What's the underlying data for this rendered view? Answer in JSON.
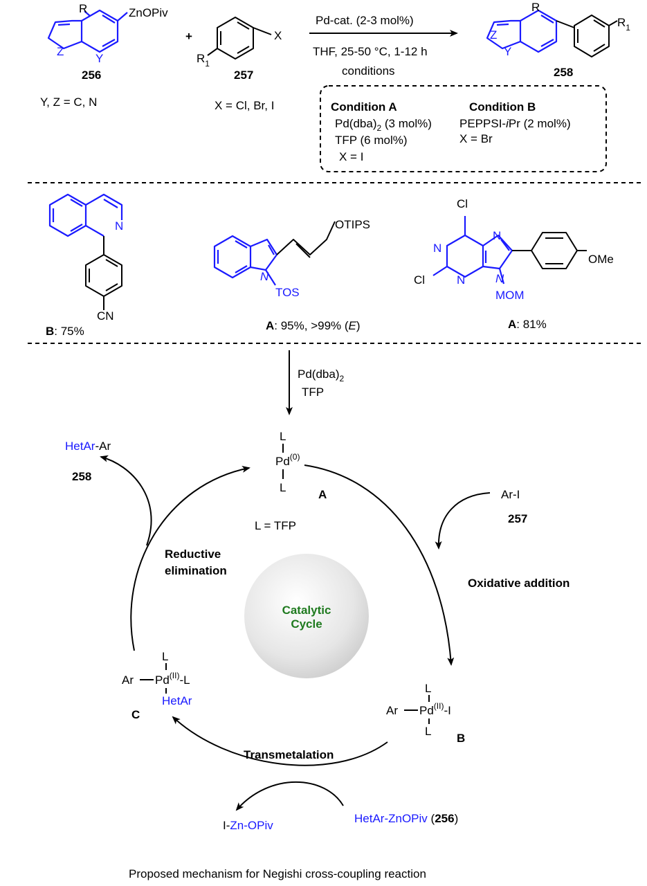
{
  "reaction": {
    "reactant1": {
      "label": "256",
      "subst_R": "R",
      "group": "ZnOPiv",
      "atom_Z": "Z",
      "atom_Y": "Y",
      "note": "Y, Z = C, N"
    },
    "plus": "+",
    "reactant2": {
      "label": "257",
      "subst": "R",
      "sub1": "1",
      "atom_X": "X",
      "note": "X = Cl, Br, I"
    },
    "arrow_top": "Pd-cat. (2-3 mol%)",
    "arrow_bottom": "THF, 25-50 °C, 1-12 h",
    "arrow_bottom2": "conditions",
    "product": {
      "label": "258",
      "subst_R": "R",
      "subst_R1": "R",
      "sub1": "1",
      "atom_Z": "Z",
      "atom_Y": "Y"
    }
  },
  "conditions": {
    "A": {
      "title": "Condition A",
      "line1": "Pd(dba)",
      "line1_sub": "2",
      "line1_rest": " (3 mol%)",
      "line2": "TFP (6 mol%)",
      "line3": "X = I"
    },
    "B": {
      "title": "Condition B",
      "line1": "PEPPSI-",
      "line1_ital": "i",
      "line1_rest": "Pr (2 mol%)",
      "line2": "X = Br"
    }
  },
  "examples": [
    {
      "cond": "B",
      "result": ": 75%",
      "atom_N": "N",
      "group": "CN"
    },
    {
      "cond": "A",
      "result": ": 95%, >99% (",
      "ital": "E",
      "close": ")",
      "group": "OTIPS",
      "atom_N": "N",
      "protect": "TOS"
    },
    {
      "cond": "A",
      "result": ": 81%",
      "cl": "Cl",
      "atom_N": "N",
      "group": "OMe",
      "protect": "MOM"
    }
  ],
  "cycle": {
    "reagent": "Pd(dba)",
    "reagent_sub": "2",
    "reagent2": "TFP",
    "pd0": {
      "L": "L",
      "Pd": "Pd",
      "ox": "(0)",
      "label": "A"
    },
    "ligand": "L = TFP",
    "center1": "Catalytic",
    "center2": "Cycle",
    "oxidative": "Oxidative addition",
    "arI": "Ar-I",
    "arI_label": "257",
    "pdB": {
      "Ar": "Ar",
      "Pd": "Pd",
      "ox": "(II)",
      "I": "I",
      "L": "L",
      "label": "B"
    },
    "transmetalation": "Transmetalation",
    "zn_reagent": "HetAr-ZnOPiv",
    "zn_label": "256",
    "zn_byproduct_I": "I-",
    "zn_byproduct": "Zn-OPiv",
    "pdC": {
      "Ar": "Ar",
      "Pd": "Pd",
      "ox": "(II)",
      "L": "L",
      "HetAr": "HetAr",
      "label": "C"
    },
    "reductive1": "Reductive",
    "reductive2": "elimination",
    "product_het": "HetAr",
    "product_ar": "-Ar",
    "product_label": "258"
  },
  "caption": "Proposed mechanism for Negishi cross-coupling reaction"
}
